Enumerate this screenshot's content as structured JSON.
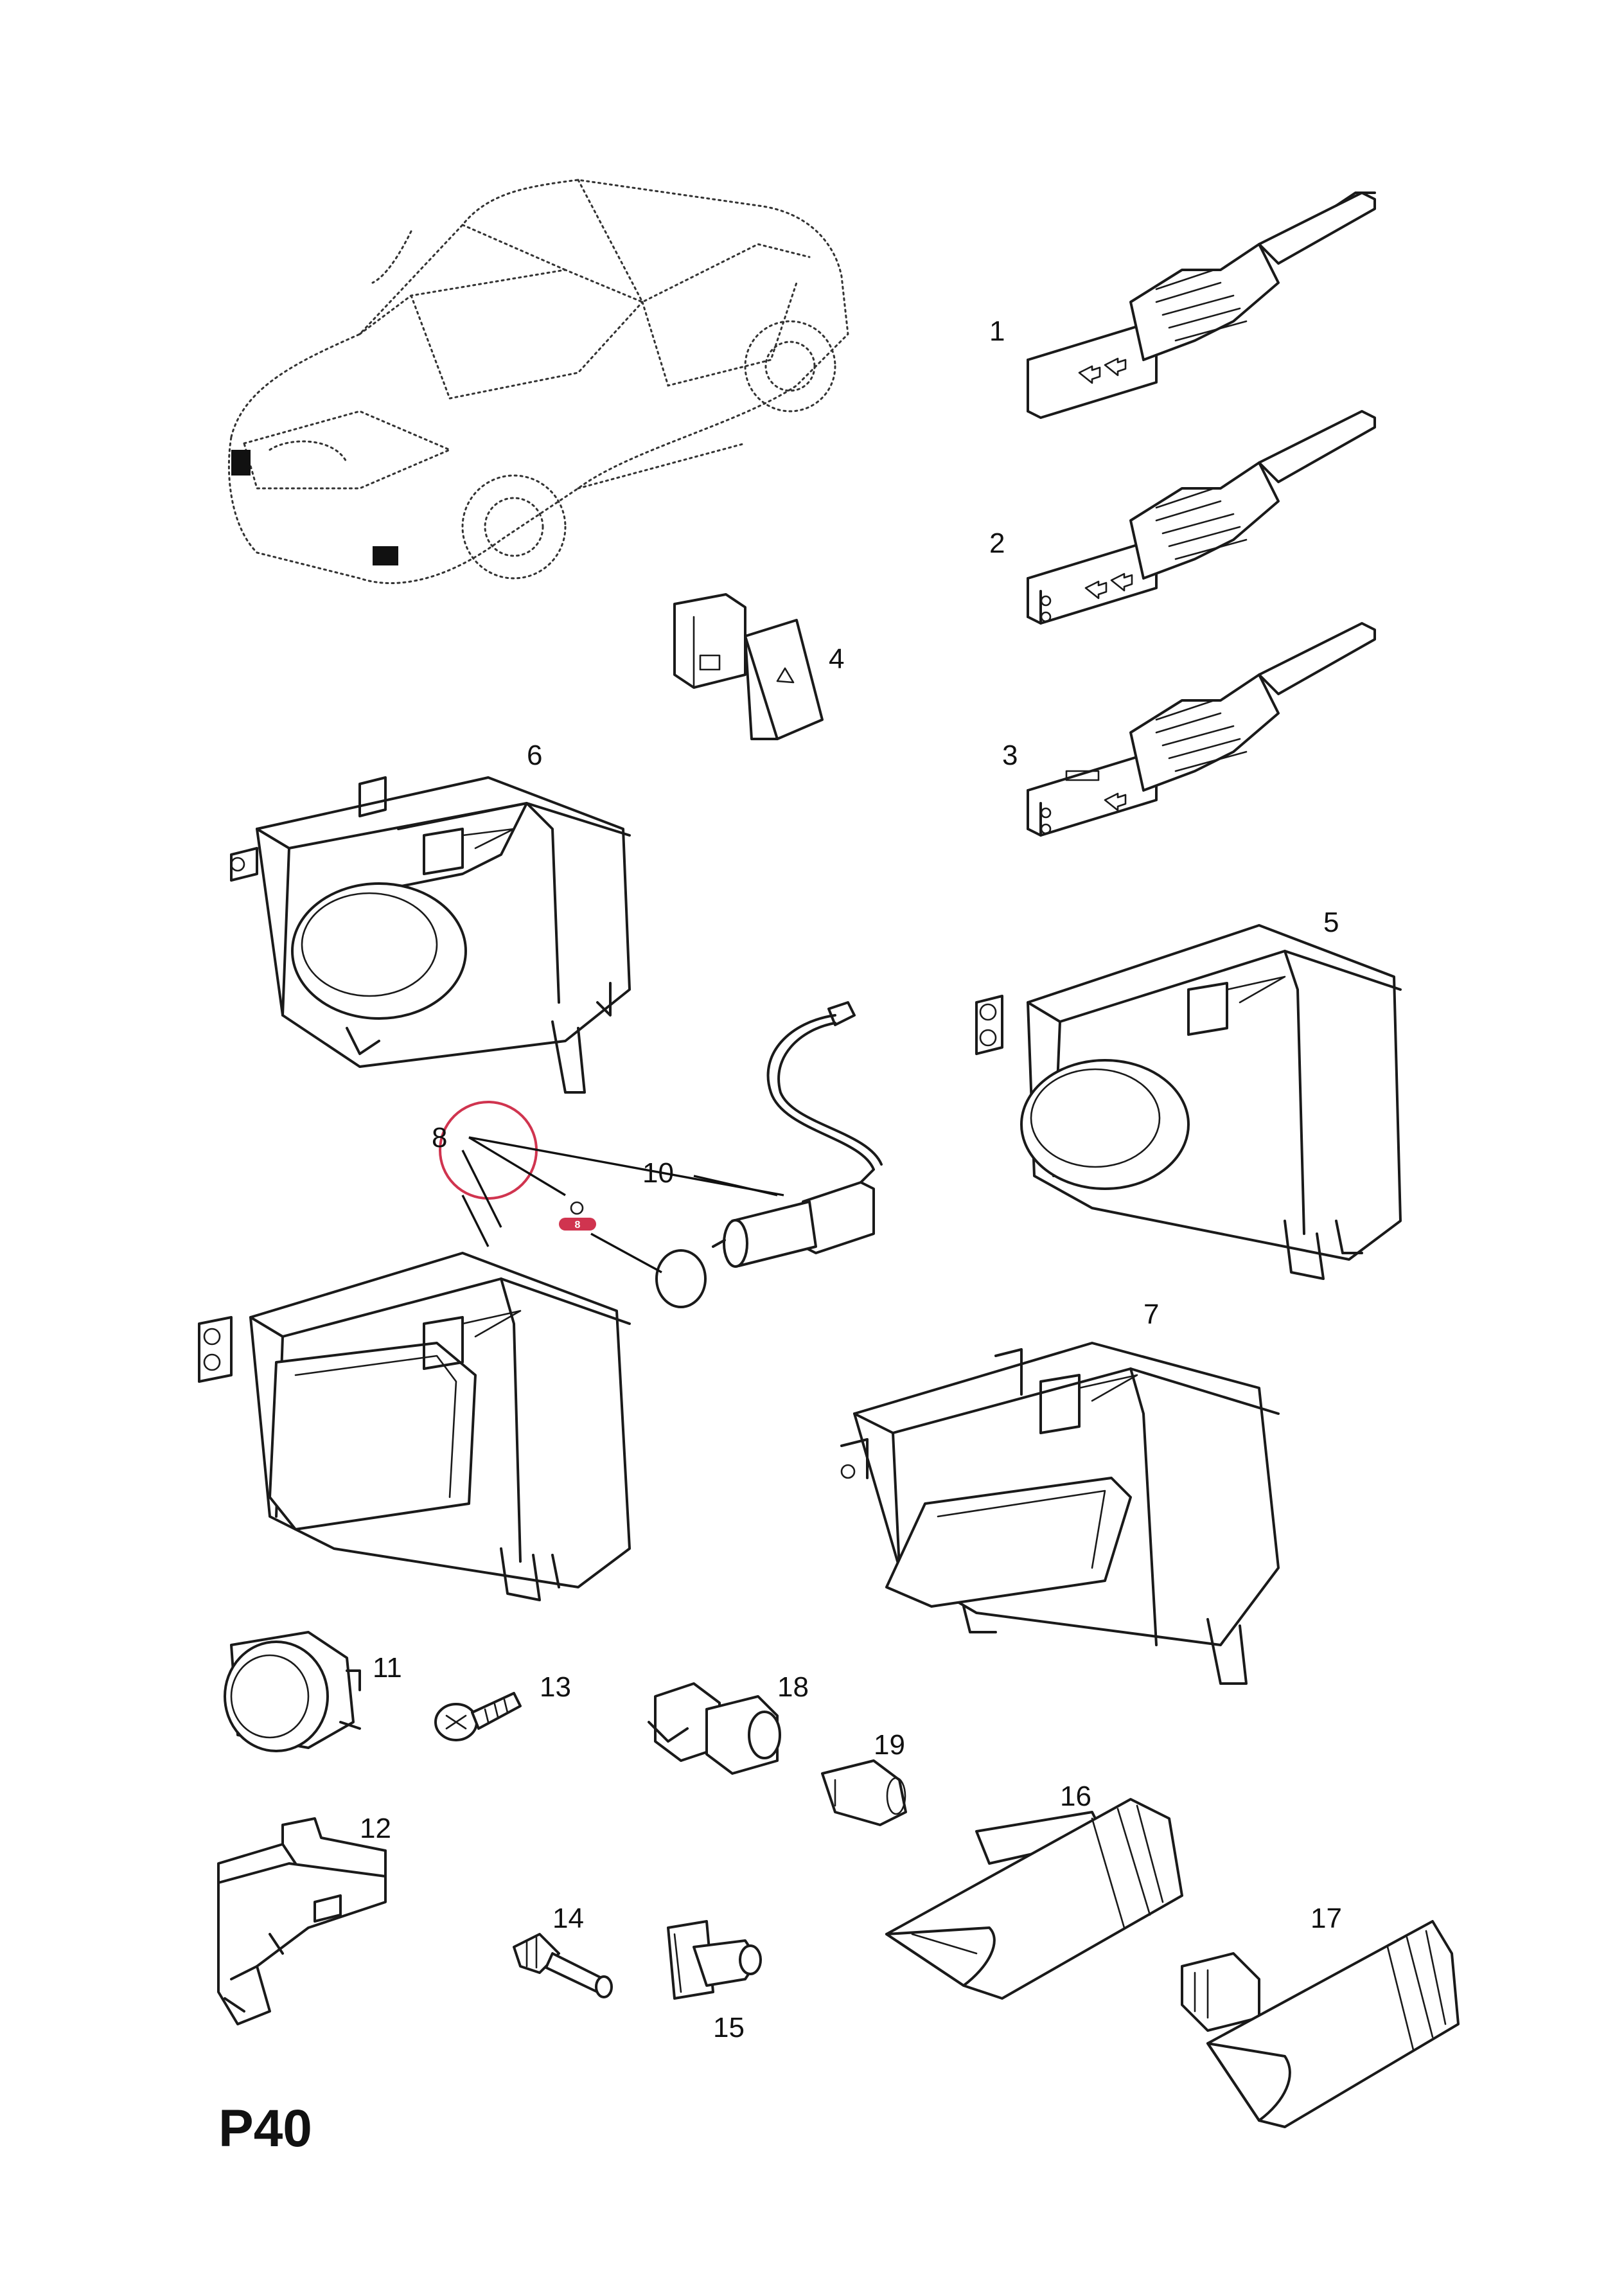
{
  "page": {
    "code": "P40"
  },
  "colors": {
    "line": "#1a1a1a",
    "highlight": "#d0344f",
    "background": "#ffffff"
  },
  "callouts": {
    "c1": "1",
    "c2": "2",
    "c3": "3",
    "c4": "4",
    "c5": "5",
    "c6": "6",
    "c7": "7",
    "c8": "8",
    "c10": "10",
    "c11": "11",
    "c12": "12",
    "c13": "13",
    "c14": "14",
    "c15": "15",
    "c16": "16",
    "c17": "17",
    "c18": "18",
    "c19": "19"
  },
  "highlight_badge": {
    "label": "8"
  }
}
